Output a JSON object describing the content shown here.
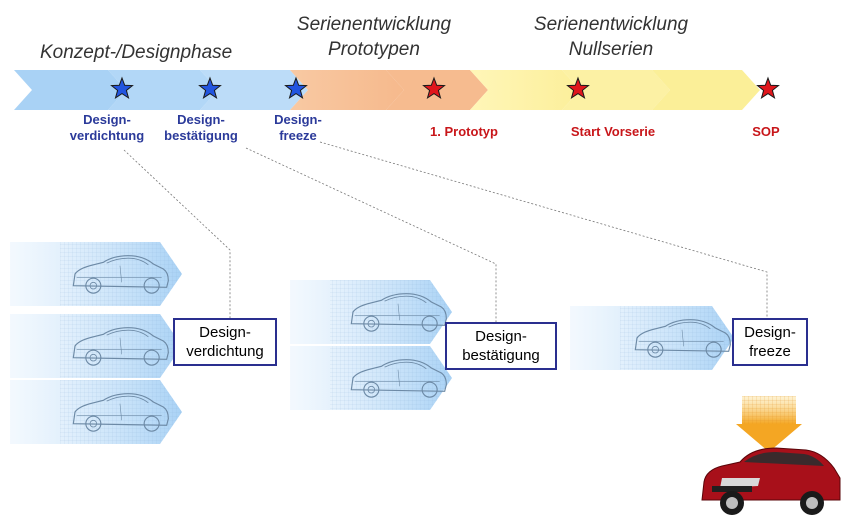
{
  "phases": [
    {
      "line1": "Konzept-/Designphase",
      "line2": ""
    },
    {
      "line1": "Serienentwicklung",
      "line2": "Prototypen"
    },
    {
      "line1": "Serienentwicklung",
      "line2": "Nullserien"
    }
  ],
  "milestones": [
    {
      "line1": "Design-",
      "line2": "verdichtung",
      "star_color": "blue"
    },
    {
      "line1": "Design-",
      "line2": "bestätigung",
      "star_color": "blue"
    },
    {
      "line1": "Design-",
      "line2": "freeze",
      "star_color": "blue"
    },
    {
      "line1": "1. Prototyp",
      "line2": "",
      "star_color": "red"
    },
    {
      "line1": "Start Vorserie",
      "line2": "",
      "star_color": "red"
    },
    {
      "line1": "SOP",
      "line2": "",
      "star_color": "red"
    }
  ],
  "design_boxes": [
    {
      "line1": "Design-",
      "line2": "verdichtung",
      "variant_count": 3
    },
    {
      "line1": "Design-",
      "line2": "bestätigung",
      "variant_count": 2
    },
    {
      "line1": "Design-",
      "line2": "freeze",
      "variant_count": 1
    }
  ],
  "colors": {
    "phase_concept": "#a9d2f5",
    "phase_prototype": "#f8c9a3",
    "phase_preseries": "#fdf3a8",
    "star_blue": "#2255e0",
    "star_red": "#e0161c",
    "box_border": "#2a2f8f",
    "label_blue": "#2b3a9a",
    "label_red": "#c8161a",
    "freeze_arrow": "#f4a623",
    "car_body": "#a8101a"
  },
  "icons": [
    "star-icon",
    "car-sketch-icon",
    "car-photo-icon",
    "down-arrow-icon"
  ]
}
